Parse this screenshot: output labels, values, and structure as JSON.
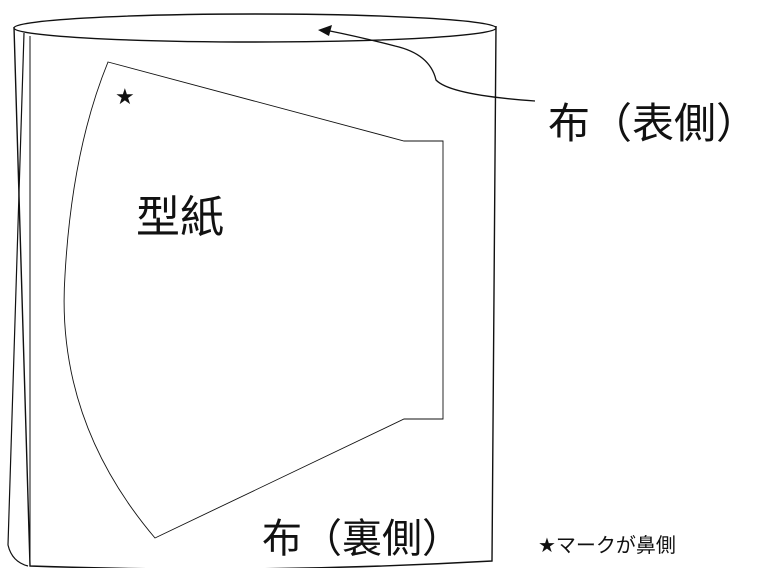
{
  "labels": {
    "fabric_front": "布（表側）",
    "fabric_back": "布（裏側）",
    "pattern": "型紙",
    "star_mark": "★",
    "star_note": "★マークが鼻側"
  },
  "colors": {
    "line": "#111111",
    "background": "#ffffff"
  }
}
